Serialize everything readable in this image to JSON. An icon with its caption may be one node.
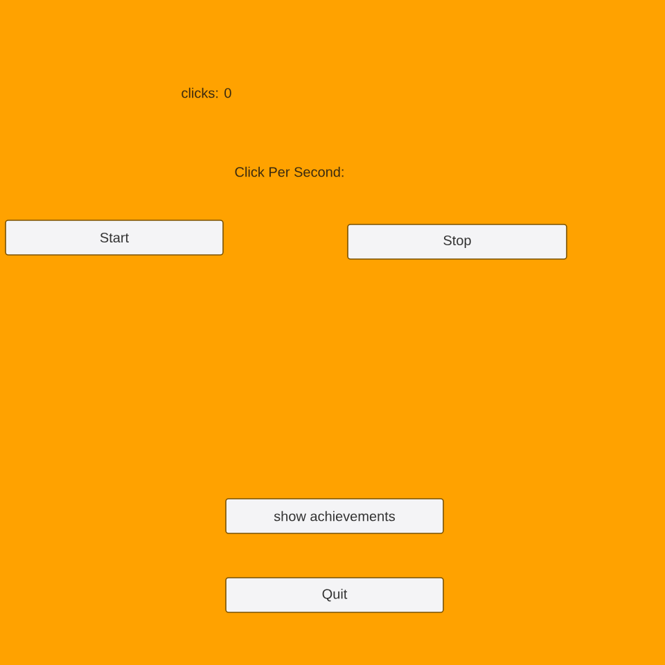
{
  "diagram": {
    "nodes": [
      {
        "text": [
          "Start"
        ]
      },
      {
        "text": [
          "Stop"
        ]
      },
      {
        "text": [
          "show achievements"
        ]
      },
      {
        "text": [
          "Quit"
        ]
      }
    ],
    "labels": [
      "clicks: 0",
      "Click Per Second:"
    ]
  }
}
